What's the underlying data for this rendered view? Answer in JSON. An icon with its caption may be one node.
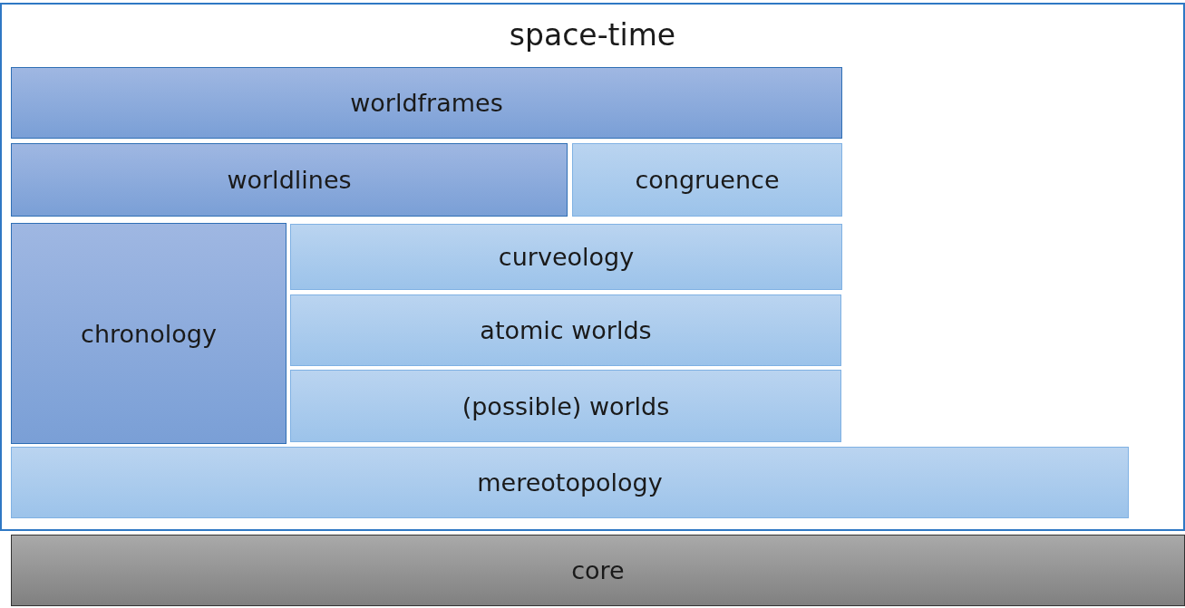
{
  "diagram": {
    "nodes": [
      {
        "text": [
          "space-time"
        ]
      },
      {
        "text": [
          "worldframes"
        ],
        "in": 0
      },
      {
        "text": [
          "worldlines"
        ],
        "in": 0
      },
      {
        "text": [
          "congruence"
        ],
        "in": 0
      },
      {
        "text": [
          "chronology"
        ],
        "in": 0
      },
      {
        "text": [
          "curveology"
        ],
        "in": 0
      },
      {
        "text": [
          "atomic worlds"
        ],
        "in": 0
      },
      {
        "text": [
          "(possible) worlds"
        ],
        "in": 0
      },
      {
        "text": [
          "mereotopology"
        ],
        "in": 0
      },
      {
        "text": [
          "core"
        ]
      }
    ]
  }
}
